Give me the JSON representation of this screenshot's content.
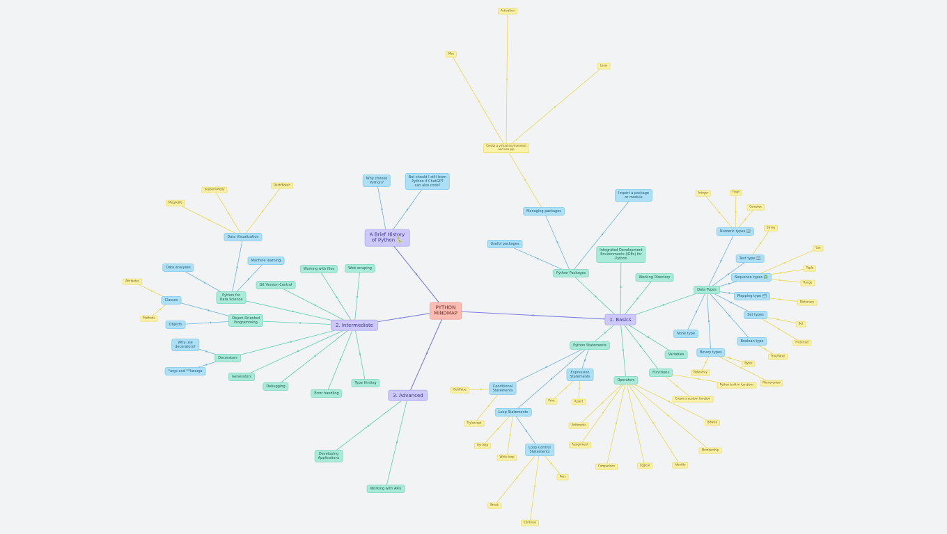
{
  "colors": {
    "background": "#f1f3f5",
    "central": "#fcbcb4",
    "main": "#cdc8fb",
    "green": "#a9ead8",
    "blue": "#ade0f6",
    "yellow": "#fbf2a8",
    "edge_main": "#7b7fe0",
    "edge_green": "#57d1ae",
    "edge_blue": "#6cb4dc",
    "edge_yellow": "#ecd84c"
  },
  "mindmap": {
    "central": {
      "label": "PYTHON\nMINDMAP"
    },
    "branches": [
      {
        "label": "1. Basics",
        "children": [
          {
            "label": "Python Packages",
            "children": [
              {
                "label": "Managing packages",
                "children": [
                  {
                    "label": "Create a virtual environment\nand use pip",
                    "children": [
                      {
                        "label": "Activation"
                      },
                      {
                        "label": "Mac"
                      },
                      {
                        "label": "Linux"
                      }
                    ]
                  }
                ]
              },
              {
                "label": "Useful packages"
              },
              {
                "label": "Import a package\nor module"
              }
            ]
          },
          {
            "label": "Integrated Development\nEnvironments (IDEs) for\nPython"
          },
          {
            "label": "Working Directory"
          },
          {
            "label": "Data Types",
            "children": [
              {
                "label": "Numeric types 🔢",
                "children": [
                  {
                    "label": "Integer"
                  },
                  {
                    "label": "Float"
                  },
                  {
                    "label": "Complex"
                  }
                ]
              },
              {
                "label": "Text type 🔤",
                "children": [
                  {
                    "label": "String"
                  }
                ]
              },
              {
                "label": "Sequence types ♻️",
                "children": [
                  {
                    "label": "List"
                  },
                  {
                    "label": "Tuple"
                  },
                  {
                    "label": "Range"
                  }
                ]
              },
              {
                "label": "Mapping type 🗂",
                "children": [
                  {
                    "label": "Dictionary"
                  }
                ]
              },
              {
                "label": "Set types",
                "children": [
                  {
                    "label": "Set"
                  },
                  {
                    "label": "Frozenset"
                  }
                ]
              },
              {
                "label": "Boolean type",
                "children": [
                  {
                    "label": "True/False"
                  }
                ]
              },
              {
                "label": "Binary types",
                "children": [
                  {
                    "label": "Bytes"
                  },
                  {
                    "label": "Bytearray"
                  },
                  {
                    "label": "Memoryview"
                  }
                ]
              },
              {
                "label": "None type"
              }
            ]
          },
          {
            "label": "Variables"
          },
          {
            "label": "Functions",
            "children": [
              {
                "label": "Python built-in functions"
              },
              {
                "label": "Create a custom function"
              }
            ]
          },
          {
            "label": "Operators",
            "children": [
              {
                "label": "Arithmetic"
              },
              {
                "label": "Assignment"
              },
              {
                "label": "Comparison"
              },
              {
                "label": "Logical"
              },
              {
                "label": "Identity"
              },
              {
                "label": "Membership"
              },
              {
                "label": "Bitwise"
              }
            ]
          },
          {
            "label": "Python Statements",
            "children": [
              {
                "label": "Conditional\nStatements",
                "children": [
                  {
                    "label": "If/elif/else"
                  },
                  {
                    "label": "Try/except"
                  }
                ]
              },
              {
                "label": "Expression\nStatements",
                "children": [
                  {
                    "label": "Print"
                  },
                  {
                    "label": "Assert"
                  }
                ]
              },
              {
                "label": "Loop Statements",
                "children": [
                  {
                    "label": "For loop"
                  },
                  {
                    "label": "While loop"
                  },
                  {
                    "label": "Loop Control\nStatements",
                    "children": [
                      {
                        "label": "Break"
                      },
                      {
                        "label": "Continue"
                      },
                      {
                        "label": "Pass"
                      }
                    ]
                  }
                ]
              }
            ]
          }
        ]
      },
      {
        "label": "2. Intermediate",
        "children": [
          {
            "label": "Working with files"
          },
          {
            "label": "Web scraping"
          },
          {
            "label": "Git Version Control"
          },
          {
            "label": "Python for\nData Science",
            "children": [
              {
                "label": "Data Visualization",
                "children": [
                  {
                    "label": "Matplotlib"
                  },
                  {
                    "label": "Seaborn/Plotly"
                  },
                  {
                    "label": "Dash/Bokeh"
                  }
                ]
              },
              {
                "label": "Machine learning"
              },
              {
                "label": "Data analyses"
              }
            ]
          },
          {
            "label": "Object-Oriented\nProgramming",
            "children": [
              {
                "label": "Classes",
                "children": [
                  {
                    "label": "Attributes"
                  },
                  {
                    "label": "Methods"
                  }
                ]
              },
              {
                "label": "Objects"
              }
            ]
          },
          {
            "label": "Decorators",
            "children": [
              {
                "label": "Why use\ndecorators?"
              },
              {
                "label": "*args and **kwargs"
              }
            ]
          },
          {
            "label": "Generators"
          },
          {
            "label": "Debugging"
          },
          {
            "label": "Error handling"
          },
          {
            "label": "Type Hinting"
          }
        ]
      },
      {
        "label": "A Brief History\nof Python 🐍",
        "children": [
          {
            "label": "Why choose\nPython?"
          },
          {
            "label": "But should I still learn\nPython if ChatGPT\ncan also code?"
          }
        ]
      },
      {
        "label": "3. Advanced",
        "children": [
          {
            "label": "Developing\nApplications"
          },
          {
            "label": "Working with APIs"
          }
        ]
      }
    ]
  }
}
